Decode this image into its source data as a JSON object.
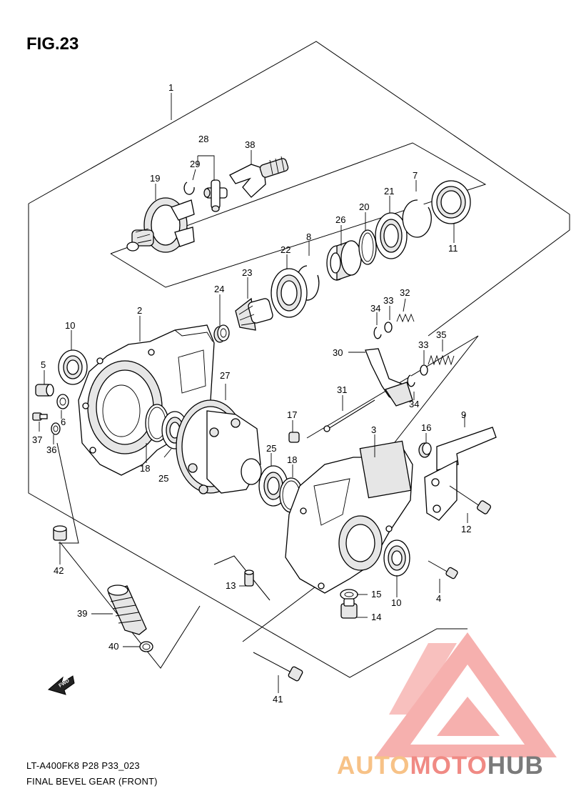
{
  "figure": {
    "title": "FIG.23",
    "code": "LT-A400FK8 P28 P33_023",
    "name": "FINAL BEVEL GEAR (FRONT)"
  },
  "watermark": {
    "part1": "AUTO",
    "part2": "MOTO",
    "part3": "HUB",
    "colors": {
      "triangle": "#f5a3a0",
      "auto": "#f7c287",
      "moto": "#f08a84",
      "hub": "#7a7a7a"
    }
  },
  "fwd_arrow": {
    "label": "FWD",
    "icon": "fwd-arrow-icon"
  },
  "callouts": {
    "c1": "1",
    "c2": "2",
    "c3": "3",
    "c4": "4",
    "c5": "5",
    "c6": "6",
    "c7": "7",
    "c8": "8",
    "c9": "9",
    "c10a": "10",
    "c10b": "10",
    "c11": "11",
    "c12": "12",
    "c13": "13",
    "c14": "14",
    "c15": "15",
    "c16": "16",
    "c17": "17",
    "c18a": "18",
    "c18b": "18",
    "c19": "19",
    "c20": "20",
    "c21": "21",
    "c22": "22",
    "c23": "23",
    "c24": "24",
    "c25a": "25",
    "c25b": "25",
    "c26": "26",
    "c27": "27",
    "c28": "28",
    "c29": "29",
    "c30": "30",
    "c31": "31",
    "c32": "32",
    "c33a": "33",
    "c33b": "33",
    "c34a": "34",
    "c34b": "34",
    "c35": "35",
    "c36": "36",
    "c37": "37",
    "c38": "38",
    "c39": "39",
    "c40": "40",
    "c41": "41",
    "c42": "42"
  }
}
